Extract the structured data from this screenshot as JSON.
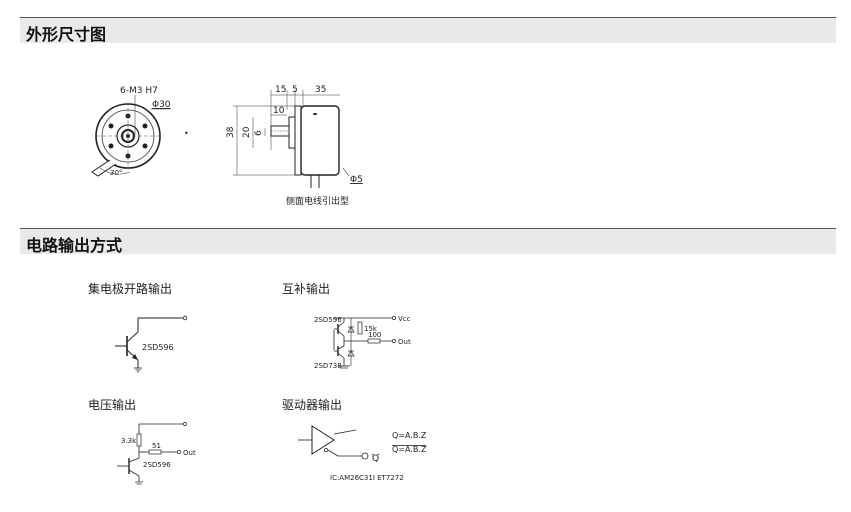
{
  "sections": {
    "dimensions": {
      "title": "外形尺寸图"
    },
    "circuit": {
      "title": "电路输出方式"
    }
  },
  "dim_drawing": {
    "front": {
      "holes_label": "6-M3 H7",
      "diameter_label": "Φ30",
      "angle_label": "30°"
    },
    "side": {
      "dim_15": "15",
      "dim_5": "5",
      "dim_35": "35",
      "dim_10": "10",
      "dim_38": "38",
      "dim_20": "20",
      "dim_6": "6",
      "dim_cable": "Φ5",
      "caption": "侧面电线引出型"
    }
  },
  "circuits": {
    "open_collector": {
      "title": "集电极开路输出",
      "transistor": "2SD596"
    },
    "complementary": {
      "title": "互补输出",
      "t_top": "2SD596",
      "t_bottom": "2SD738",
      "r1": "15k",
      "r2": "100",
      "vcc": "Vcc",
      "out": "Out"
    },
    "voltage": {
      "title": "电压输出",
      "r1": "3.3k",
      "r2": "51",
      "transistor": "2SD596",
      "out": "Out"
    },
    "line_driver": {
      "title": "驱动器输出",
      "q_label": "Q",
      "eq1": "Q=A.B.Z",
      "eq2": "Q=A.B.Z",
      "ic": "IC:AM26C31I  ET7272"
    }
  }
}
